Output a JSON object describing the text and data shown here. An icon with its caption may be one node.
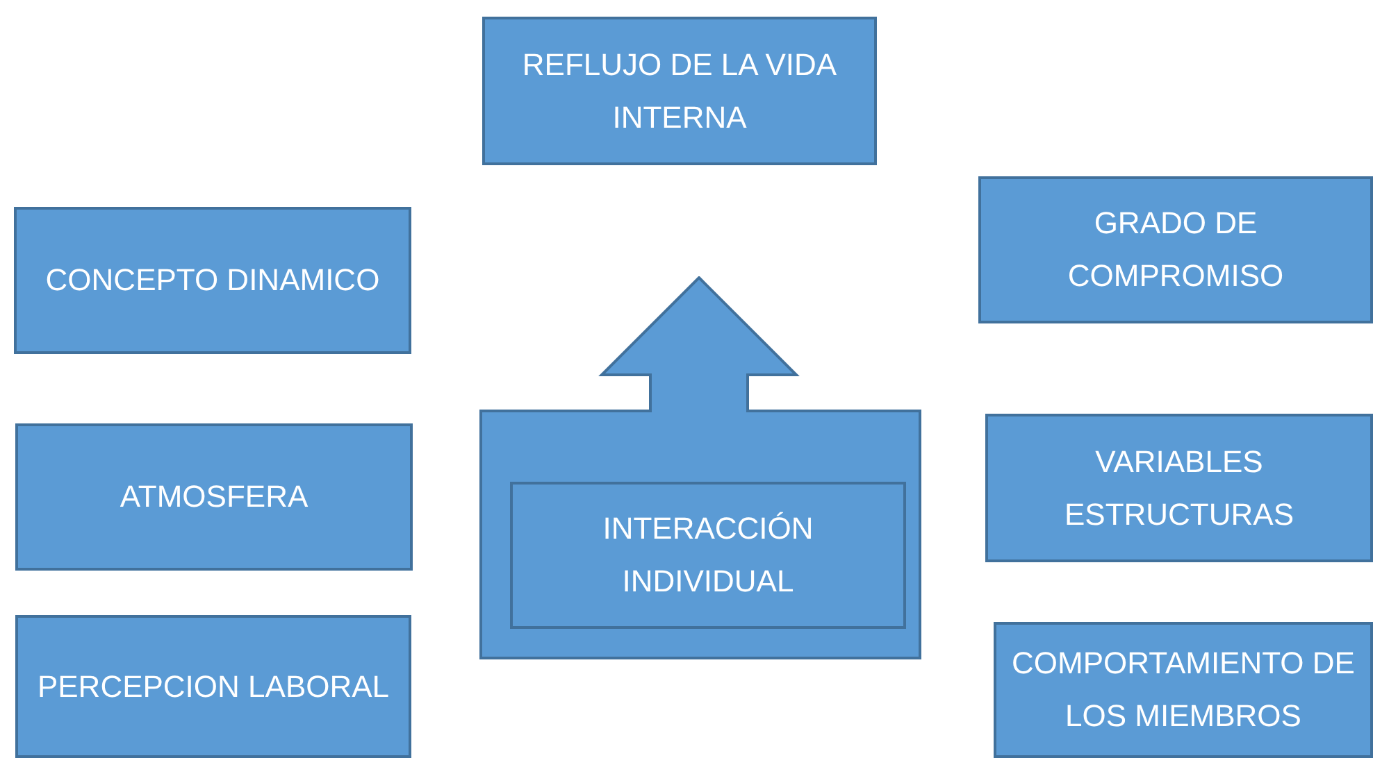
{
  "diagram": {
    "nodes": [
      {
        "text": [
          "REFLUJO DE LA VIDA INTERNA"
        ]
      },
      {
        "text": [
          "CONCEPTO DINAMICO"
        ]
      },
      {
        "text": [
          "GRADO DE COMPROMISO"
        ]
      },
      {
        "text": [
          "ATMOSFERA"
        ]
      },
      {
        "text": [],
        "shape": "arrow"
      },
      {
        "text": [
          "INTERACCIÓN INDIVIDUAL"
        ],
        "in": 4
      },
      {
        "text": [
          "VARIABLES ESTRUCTURAS"
        ]
      },
      {
        "text": [
          "PERCEPCION LABORAL"
        ]
      },
      {
        "text": [
          "COMPORTAMIENTO DE LOS MIEMBROS"
        ]
      }
    ]
  }
}
